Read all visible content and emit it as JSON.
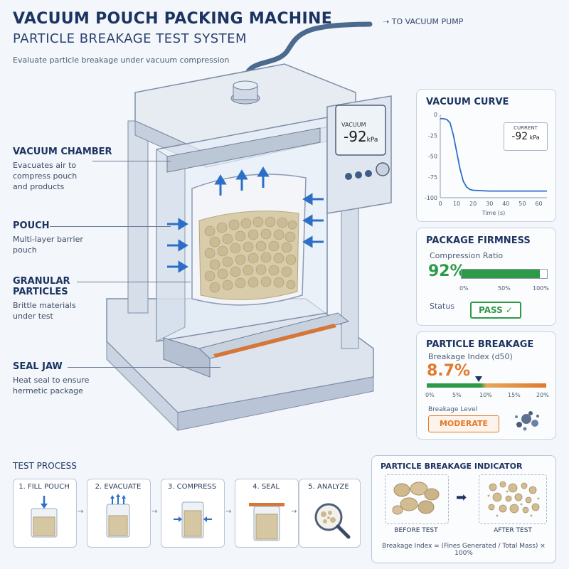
{
  "header": {
    "title": "VACUUM POUCH PACKING MACHINE",
    "subtitle": "PARTICLE BREAKAGE TEST SYSTEM",
    "description": "Evaluate particle breakage under vacuum compression"
  },
  "pump_label": "TO VACUUM PUMP",
  "machine": {
    "display_label": "VACUUM",
    "display_value": "-92",
    "display_unit": "kPa"
  },
  "callouts": [
    {
      "title": "VACUUM CHAMBER",
      "desc": [
        "Evacuates air to",
        "compress pouch",
        "and products"
      ]
    },
    {
      "title": "POUCH",
      "desc": [
        "Multi-layer barrier",
        "pouch"
      ]
    },
    {
      "title": "GRANULAR",
      "title2": "PARTICLES",
      "desc": [
        "Brittle materials",
        "under test"
      ]
    },
    {
      "title": "SEAL JAW",
      "desc": [
        "Heat seal to ensure",
        "hermetic package"
      ]
    }
  ],
  "vacuum_curve": {
    "title": "VACUUM CURVE",
    "current_label": "CURRENT",
    "current_value": "-92",
    "current_unit": "kPa",
    "xlabel": "Time (s)",
    "x_ticks": [
      "0",
      "10",
      "20",
      "30",
      "40",
      "50",
      "60"
    ],
    "y_ticks": [
      "0",
      "-25",
      "-50",
      "-75",
      "-100"
    ]
  },
  "chart_data": {
    "type": "line",
    "title": "VACUUM CURVE",
    "xlabel": "Time (s)",
    "ylabel": "",
    "xlim": [
      0,
      65
    ],
    "ylim": [
      -100,
      0
    ],
    "series": [
      {
        "x": [
          0,
          2,
          4,
          6,
          8,
          10,
          12,
          14,
          16,
          18,
          20,
          25,
          30,
          40,
          50,
          60,
          65
        ],
        "y": [
          -5,
          -5,
          -6,
          -10,
          -25,
          -45,
          -65,
          -80,
          -87,
          -90,
          -91,
          -91.5,
          -92,
          -92,
          -92,
          -92,
          -92
        ]
      }
    ]
  },
  "firmness": {
    "title": "PACKAGE FIRMNESS",
    "ratio_label": "Compression Ratio",
    "value": "92%",
    "fraction": 0.92,
    "ticks": [
      "0%",
      "50%",
      "100%"
    ],
    "status_label": "Status",
    "status": "PASS ✓",
    "color": "#2e9a47"
  },
  "breakage": {
    "title": "PARTICLE BREAKAGE",
    "index_label": "Breakage Index (d50)",
    "value": "8.7%",
    "fraction": 0.435,
    "ticks": [
      "0%",
      "5%",
      "10%",
      "15%",
      "20%"
    ],
    "level_label": "Breakage Level",
    "level": "MODERATE",
    "color": "#e07a2c"
  },
  "process": {
    "title": "TEST PROCESS",
    "steps": [
      "1. FILL POUCH",
      "2. EVACUATE",
      "3. COMPRESS",
      "4. SEAL",
      "5. ANALYZE"
    ]
  },
  "indicator": {
    "title": "PARTICLE BREAKAGE INDICATOR",
    "before": "BEFORE TEST",
    "after": "AFTER TEST",
    "formula": "Breakage Index = (Fines Generated / Total Mass) × 100%"
  }
}
